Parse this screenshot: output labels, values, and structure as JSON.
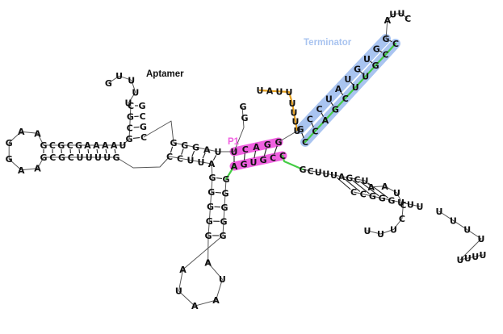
{
  "diagram": {
    "labels": {
      "aptamer": "Aptamer",
      "p1": "P1",
      "terminator": "Terminator"
    },
    "colors": {
      "aptamer_label": "#111111",
      "p1": "#f060e0",
      "terminator": "#a9c4f0",
      "linker": "#44cc44",
      "loop": "#e5a020",
      "backbone": "#555555"
    },
    "segments": {
      "left_stem_top": "GCGCGAAAAU",
      "left_stem_bottom": "GCGCUUUUG",
      "left_loop": "AAGGAA",
      "hairpin_top_stem": "GCGC",
      "hairpin_top_loop": "UUUUG",
      "center_top_stem": "GGGAU",
      "center_bottom_stem": "CCUUA",
      "p1_top": "UCAGG",
      "p1_bottom": "AGUGCC",
      "terminator_top": "GCCUAUGUGG",
      "terminator_bottom": "CCAGCUUGCC",
      "terminator_loop": "AUUC",
      "orange_tail": "UAUUUUUU",
      "bottom_left_stem": "GGGGG",
      "bottom_left_loop": "AUAAUA",
      "right_stem_top": "GCUUUAGCU",
      "right_stem_bottom": "CCGGGUUU",
      "right_loop": "AAUCCUUU"
    }
  }
}
